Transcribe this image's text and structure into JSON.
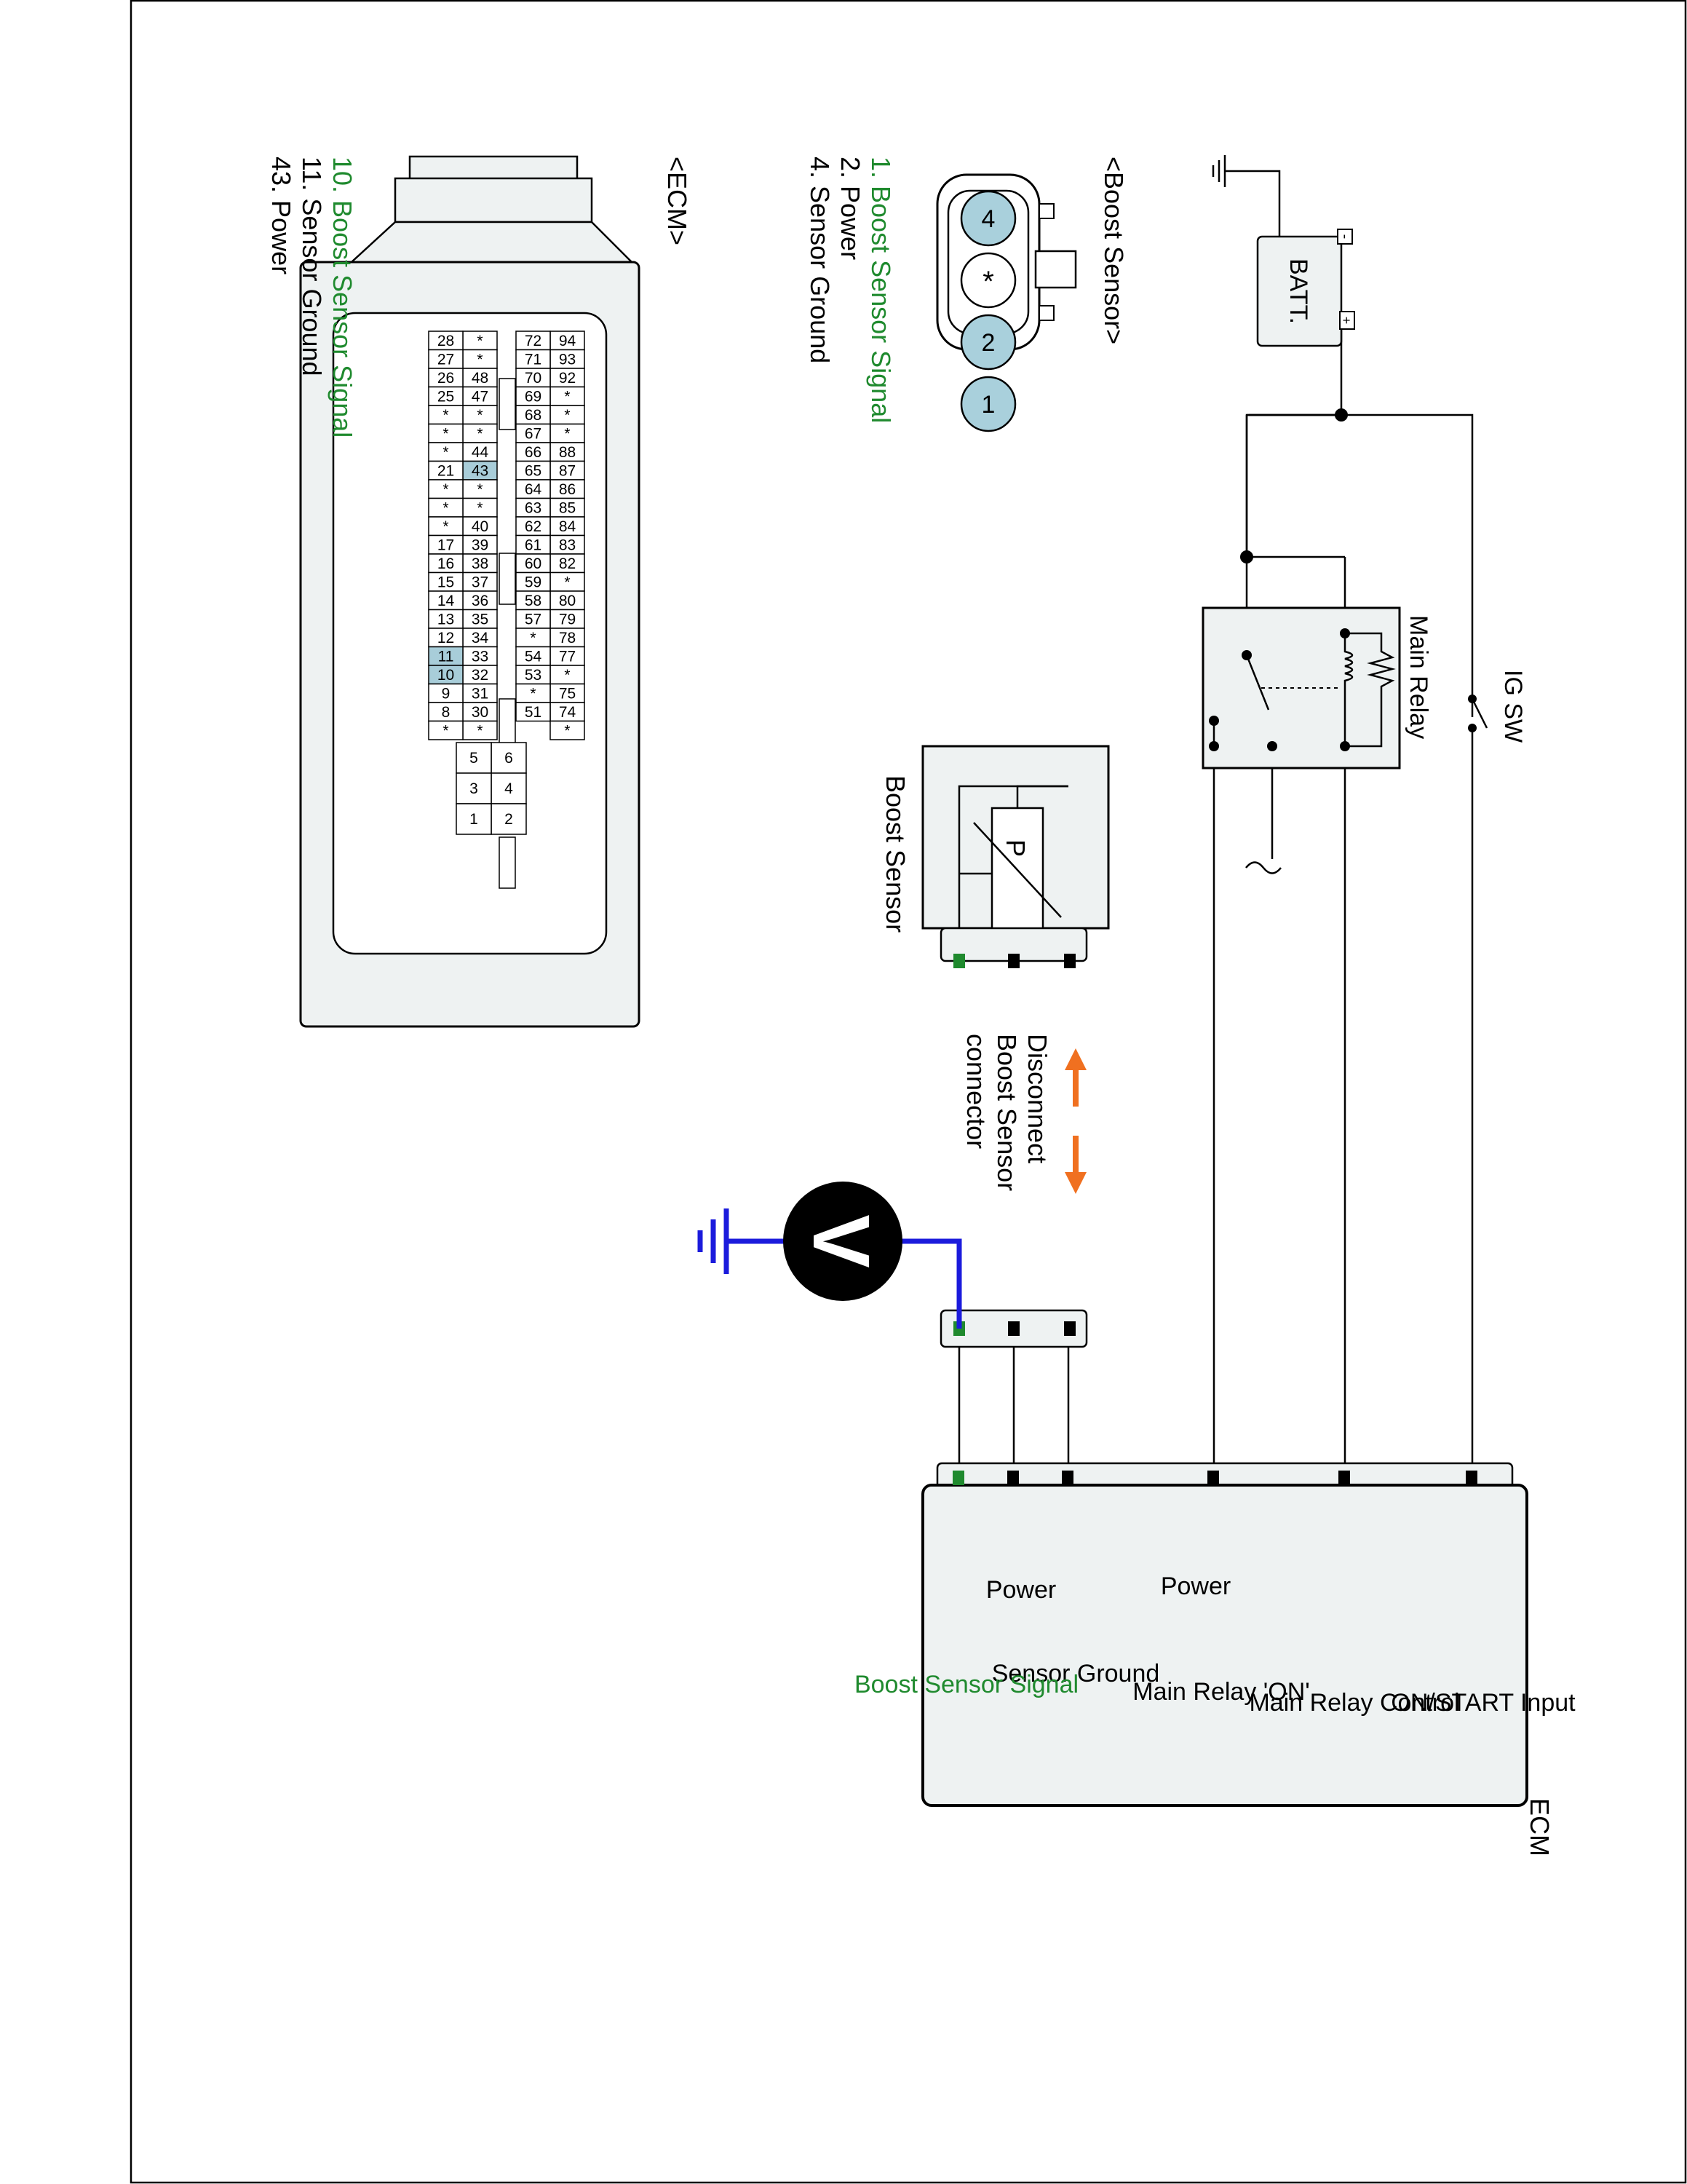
{
  "colors": {
    "signal_green": "#1f8a2e",
    "pin_highlight": "#a8cdd9",
    "probe_blue": "#1b1bdc",
    "arrow_orange": "#f07020",
    "panel_gray": "#eef2f2",
    "pin_fill": "#a9d0dc"
  },
  "battery": {
    "label": "BATT.",
    "plus": "+",
    "minus": "-"
  },
  "ig_switch": {
    "label": "IG SW"
  },
  "main_relay": {
    "label": "Main Relay"
  },
  "boost_sensor_device": {
    "label": "Boost Sensor",
    "symbol": "P"
  },
  "disconnect_note": {
    "line1": "Disconnect",
    "line2": "Boost Sensor",
    "line3": "connector"
  },
  "voltmeter": {
    "symbol": "V"
  },
  "ecm_unit": {
    "title": "ECM",
    "pins": [
      {
        "label": "ON/START Input"
      },
      {
        "label": "Main Relay Control"
      },
      {
        "label_line1": "Main Relay 'ON'",
        "label_line2": "Power"
      },
      {
        "label": "Sensor Ground"
      },
      {
        "label": "Power"
      },
      {
        "label": "Boost Sensor Signal"
      }
    ]
  },
  "boost_sensor_connector": {
    "title": "<Boost Sensor>",
    "pins_shown": [
      "4",
      "*",
      "2",
      "1"
    ],
    "legend": [
      {
        "text": "1. Boost Sensor Signal",
        "highlight": true
      },
      {
        "text": "2. Power",
        "highlight": false
      },
      {
        "text": "4. Sensor Ground",
        "highlight": false
      }
    ]
  },
  "ecm_connector": {
    "title": "<ECM>",
    "legend": [
      {
        "text": "10. Boost Sensor Signal",
        "highlight": true
      },
      {
        "text": "11. Sensor Ground",
        "highlight": false
      },
      {
        "text": "43. Power",
        "highlight": false
      }
    ],
    "pin_rows": [
      [
        "94",
        "93",
        "92",
        "*",
        "*",
        "*",
        "88",
        "87",
        "86",
        "85",
        "84",
        "83",
        "82",
        "*",
        "80",
        "79",
        "78",
        "77",
        "*",
        "75",
        "74",
        "*"
      ],
      [
        "72",
        "71",
        "70",
        "69",
        "68",
        "67",
        "66",
        "65",
        "64",
        "63",
        "62",
        "61",
        "60",
        "59",
        "58",
        "57",
        "*",
        "54",
        "53",
        "*",
        "51",
        ""
      ],
      [
        "*",
        "*",
        "48",
        "47",
        "*",
        "*",
        "44",
        "43",
        "*",
        "*",
        "40",
        "39",
        "38",
        "37",
        "36",
        "35",
        "34",
        "33",
        "32",
        "31",
        "30",
        "*"
      ],
      [
        "28",
        "27",
        "26",
        "25",
        "*",
        "*",
        "*",
        "21",
        "*",
        "*",
        "*",
        "17",
        "16",
        "15",
        "14",
        "13",
        "12",
        "11",
        "10",
        "9",
        "8",
        "*"
      ]
    ],
    "highlighted_pins": [
      "43",
      "11",
      "10"
    ],
    "aux_pins": [
      "6",
      "5",
      "4",
      "3",
      "2",
      "1"
    ]
  }
}
